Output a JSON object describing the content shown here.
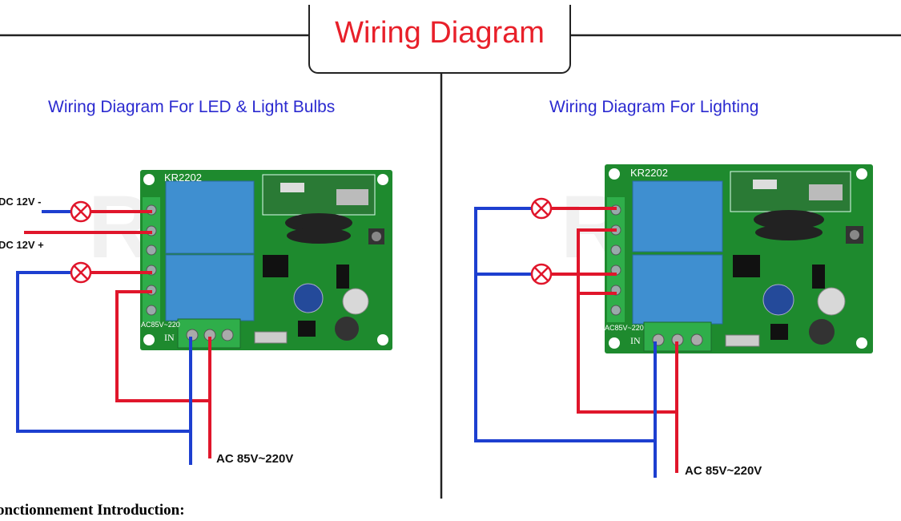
{
  "header": {
    "title": "Wiring Diagram"
  },
  "left_panel": {
    "title": "Wiring Diagram For LED & Light Bulbs",
    "board_model": "KR2202",
    "power_neg_label": "DC 12V -",
    "power_pos_label": "DC 12V +",
    "supply_label": "AC 85V~220V",
    "terminal_text": "AC85V~220",
    "in_label": "IN"
  },
  "right_panel": {
    "title": "Wiring Diagram For Lighting",
    "board_model": "KR2202",
    "supply_label": "AC 85V~220V",
    "terminal_text": "AC85V~220",
    "in_label": "IN"
  },
  "watermark": "Rm",
  "footer": {
    "text": "onctionnement Introduction:"
  },
  "colors": {
    "title_red": "#e8202a",
    "subtitle_blue": "#2b2ad0",
    "wire_red": "#e0162b",
    "wire_blue": "#1d3fd0",
    "pcb_green": "#1e8a2e",
    "relay_blue": "#3f8fd0"
  }
}
